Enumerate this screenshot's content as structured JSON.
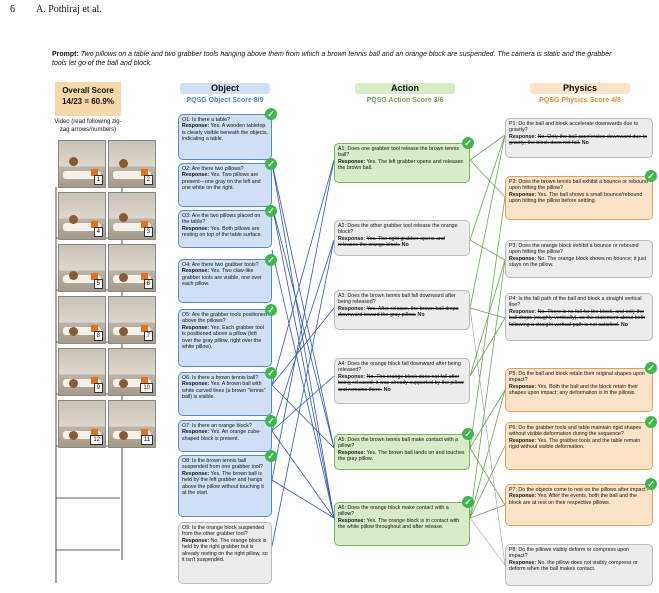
{
  "header": {
    "page_number": "6",
    "authors": "A. Pothiraj et al."
  },
  "prompt": {
    "label": "Prompt:",
    "text": "Two pillows on a table and two grabber tools hanging above them from which a brown tennis ball and an orange block are suspended. The camera is static and the grabber tools let go of the ball and block."
  },
  "overall": {
    "title": "Overall Score",
    "value": "14/23 = 60.9%"
  },
  "video_label": "Video (read following zig-zag arrows/numbers)",
  "frames": [
    "1",
    "2",
    "4",
    "3",
    "5",
    "6",
    "8",
    "7",
    "9",
    "10",
    "12",
    "11"
  ],
  "columns": {
    "object": {
      "title": "Object",
      "score": "PQSG Object Score 8/9"
    },
    "action": {
      "title": "Action",
      "score": "PQSG Action Score 3/6"
    },
    "physics": {
      "title": "Physics",
      "score": "PQSG Physics Score 4/8"
    }
  },
  "object_questions": [
    {
      "q": "O1: Is there a table?",
      "label": "Response:",
      "r": "Yes. A wooden tabletop is clearly visible beneath the objects, indicating a table."
    },
    {
      "q": "O2: Are there two pillows?",
      "label": "Response:",
      "r": "Yes. Two pillows are present—one gray on the left and one white on the right."
    },
    {
      "q": "O3: Are the two pillows placed on the table?",
      "label": "Response:",
      "r": "Yes. Both pillows are resting on top of the table surface."
    },
    {
      "q": "O4: Are there two grabber tools?",
      "label": "Response:",
      "r": "Yes. Two claw-like grabber tools are visible, one over each pillow."
    },
    {
      "q": "O5: Are the grabber tools positioned above the pillows?",
      "label": "Response:",
      "r": "Yes. Each grabber tool is positioned above a pillow (left over the gray pillow, right over the white pillow)."
    },
    {
      "q": "O6: Is there a brown tennis ball?",
      "label": "Response:",
      "r": "Yes. A brown ball with white curved lines (a brown \"tennis\" ball) is visible."
    },
    {
      "q": "O7: Is there an orange block?",
      "label": "Response:",
      "r": "Yes. An orange cube-shaped block is present."
    },
    {
      "q": "O8: Is the brown tennis ball suspended from one grabber tool?",
      "label": "Response:",
      "r": "Yes. The brown ball is held by the left grabber and hangs above the pillow without touching it at the start."
    },
    {
      "q": "O9: Is the orange block suspended from the other grabber tool?",
      "label": "Response:",
      "r": "No. The orange block is held by the right grabber but is already resting on the right pillow, so it isn't suspended."
    }
  ],
  "action_questions": [
    {
      "q": "A1: Does one grabber tool release the brown tennis ball?",
      "label": "Response:",
      "r": "Yes. The left grabber opens and releases the brown ball.",
      "strike": "",
      "tail": ""
    },
    {
      "q": "A2: Does the other grabber tool release the orange block?",
      "label": "Response:",
      "r": "",
      "strike": "Yes. The right grabber opens and releases the orange block.",
      "tail": "No"
    },
    {
      "q": "A3: Does the brown tennis ball fall downward after being released?",
      "label": "Response:",
      "r": "",
      "strike": "Yes. After release, the brown ball drops downward toward the gray pillow.",
      "tail": "No"
    },
    {
      "q": "A4: Does the orange block fall downward after being released?",
      "label": "Response:",
      "r": "",
      "strike": "No. The orange block does not fall after being released; it was already supported by the pillow and remains there.",
      "tail": "No"
    },
    {
      "q": "A5: Does the brown tennis ball make contact with a pillow?",
      "label": "Response:",
      "r": "Yes. The brown ball lands on and touches the gray pillow.",
      "strike": "",
      "tail": ""
    },
    {
      "q": "A6: Does the orange block make contact with a pillow?",
      "label": "Response:",
      "r": "Yes. The orange block is in contact with the white pillow throughout and after release.",
      "strike": "",
      "tail": ""
    }
  ],
  "physics_questions": [
    {
      "q": "P1: Do the ball and block accelerate downwards due to gravity?",
      "label": "Response:",
      "r": "",
      "strike": "No. Only the ball accelerates downward due to gravity; the block does not fall.",
      "tail": "No"
    },
    {
      "q": "P2: Does the brown tennis ball exhibit a bounce or rebound upon hitting the pillow?",
      "label": "Response:",
      "r": "Yes. The ball shows a small bounce/rebound upon hitting the pillow before settling.",
      "strike": "",
      "tail": ""
    },
    {
      "q": "P3: Does the orange block exhibit a bounce or rebound upon hitting the pillow?",
      "label": "Response:",
      "r": "No. The orange block shows no bounce; it just stays on the pillow.",
      "strike": "",
      "tail": ""
    },
    {
      "q": "P4: Is the fall path of the ball and block a straight vertical line?",
      "label": "Response:",
      "r": "",
      "strike": "No. There is no fall for the block, and only the ball drops (roughly vertically), so the statement about both following a straight vertical path is not satisfied.",
      "tail": "No"
    },
    {
      "q": "P5: Do the ball and block retain their original shapes upon impact?",
      "label": "Response:",
      "r": "Yes. Both the ball and the block retain their shapes upon impact; any deformation is in the pillows.",
      "strike": "",
      "tail": ""
    },
    {
      "q": "P6: Do the grabber tools and table maintain rigid shapes without visible deformation during the sequence?",
      "label": "Response:",
      "r": "Yes. The grabber tools and the table remain rigid without visible deformation.",
      "strike": "",
      "tail": ""
    },
    {
      "q": "P7: Do the objects come to rest on the pillows after impact?",
      "label": "Response:",
      "r": "Yes. After the events, both the ball and the block are at rest on their respective pillows.",
      "strike": "",
      "tail": ""
    },
    {
      "q": "P8: Do the pillows visibly deform or compress upon impact?",
      "label": "Response:",
      "r": "No. the pillow does not visibly compress or deform when the ball makes contact.",
      "strike": "",
      "tail": ""
    }
  ],
  "check_glyph": "✓",
  "colors": {
    "object": "#5b8bc6",
    "action": "#78b45a",
    "physics": "#e0a060",
    "check": "#3cb84a"
  }
}
